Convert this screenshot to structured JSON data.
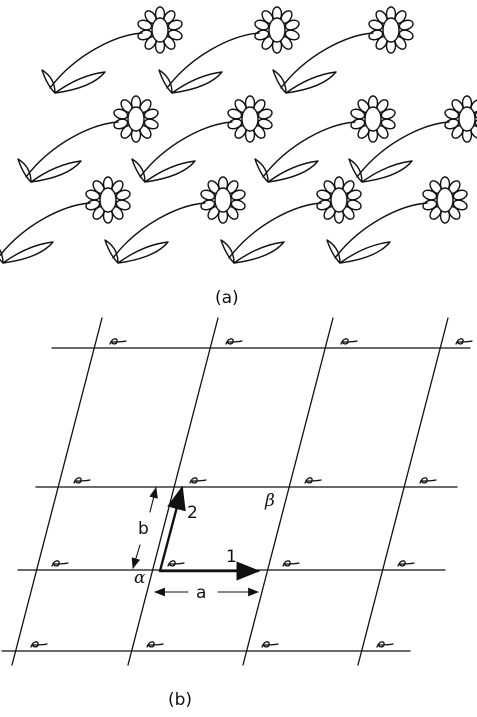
{
  "panel_a": {
    "caption": "(a)",
    "motif": "flower-with-leaves"
  },
  "panel_b": {
    "caption": "(b)",
    "motif": "loop-mark",
    "labels": {
      "origin": "α",
      "point_beta": "β",
      "vector_1": "1",
      "vector_2": "2",
      "length_a": "a",
      "length_b": "b"
    }
  }
}
